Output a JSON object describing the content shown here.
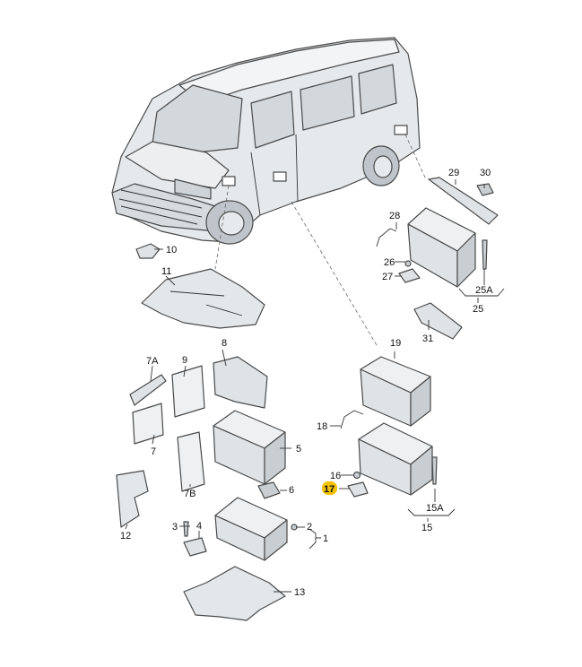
{
  "labels": {
    "l1": "1",
    "l2": "2",
    "l3": "3",
    "l4": "4",
    "l5": "5",
    "l6": "6",
    "l7": "7",
    "l7a": "7A",
    "l7b": "7B",
    "l8": "8",
    "l9": "9",
    "l10": "10",
    "l11": "11",
    "l12": "12",
    "l13": "13",
    "l15": "15",
    "l15a": "15A",
    "l16": "16",
    "l17": "17",
    "l18": "18",
    "l19": "19",
    "l25": "25",
    "l25a": "25A",
    "l26": "26",
    "l27": "27",
    "l28": "28",
    "l29": "29",
    "l30": "30",
    "l31": "31"
  },
  "highlighted_label": "17",
  "colors": {
    "line": "#4a4a4a",
    "fill_light": "#eef0f2",
    "fill_mid": "#dfe3e6",
    "fill_dark": "#c9ced2",
    "highlight": "#f2c200"
  }
}
